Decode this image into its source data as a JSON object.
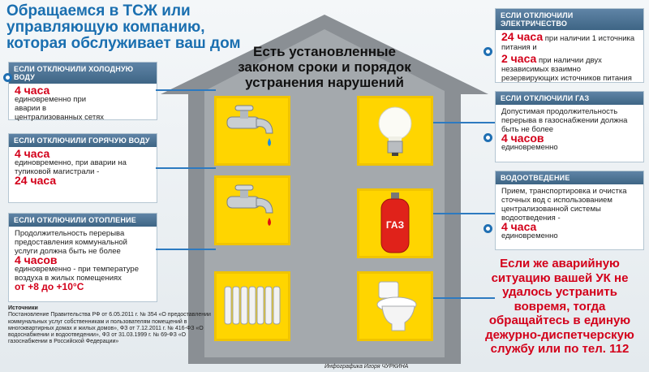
{
  "headline": "Обращаемся в ТСЖ или управляющую компанию, которая обслуживает ваш дом",
  "center_title": "Есть установленные законом сроки и порядок устранения нарушений",
  "cold_water": {
    "header": "ЕСЛИ ОТКЛЮЧИЛИ ХОЛОДНУЮ ВОДУ",
    "hours": "4 часа",
    "text": "единовременно при аварии в централизованных сетях"
  },
  "hot_water": {
    "header": "ЕСЛИ ОТКЛЮЧИЛИ ГОРЯЧУЮ ВОДУ",
    "hours": "4 часа",
    "text": "единовременно, при аварии на тупиковой магистрали -",
    "hours2": "24 часа"
  },
  "heating": {
    "header": "ЕСЛИ ОТКЛЮЧИЛИ ОТОПЛЕНИЕ",
    "text": "Продолжительность перерыва предоставления коммунальной услуги должна быть не более",
    "hours": "4 часов",
    "text2": "единовременно - при температуре воздуха в жилых помещениях",
    "temp": "от +8 до +10°С"
  },
  "electricity": {
    "header": "ЕСЛИ ОТКЛЮЧИЛИ ЭЛЕКТРИЧЕСТВО",
    "h1": "24 часа",
    "t1": "при наличии 1 источника питания и",
    "h2": "2 часа",
    "t2": "при наличии двух независимых взаимно резервирующих источников питания"
  },
  "gas": {
    "header": "ЕСЛИ ОТКЛЮЧИЛИ ГАЗ",
    "text": "Допустимая продолжительность перерыва в газоснабжении должна быть не более",
    "hours": "4 часов",
    "text2": "единовременно"
  },
  "sewer": {
    "header": "ВОДООТВЕДЕНИЕ",
    "text": "Прием, транспортировка и очистка сточных вод с использованием централизованной системы водоотведения -",
    "hours": "4 часа",
    "text2": "единовременно"
  },
  "gas_label": "ГАЗ",
  "emergency": "Если же аварийную ситуацию вашей УК не удалось устранить вовремя, тогда обращайтесь в единую дежурно-диспетчерскую службу или по тел. 112",
  "sources_title": "Источники",
  "sources_text": "Постановление Правительства РФ от 6.05.2011 г. № 354 «О предоставлении коммунальных услуг собственникам и пользователям помещений в многоквартирных домах и жилых домов», ФЗ от 7.12.2011 г. № 416-ФЗ «О водоснабжении и водоотведении», ФЗ от 31.03.1999 г. № 69-ФЗ «О газоснабжении в Российской Федерации»",
  "credit": "Инфографика Игоря ЧУРКИНА",
  "colors": {
    "house": "#8a8f94",
    "tile": "#ffd500",
    "accent": "#1a6fb0",
    "red": "#d3001a"
  }
}
